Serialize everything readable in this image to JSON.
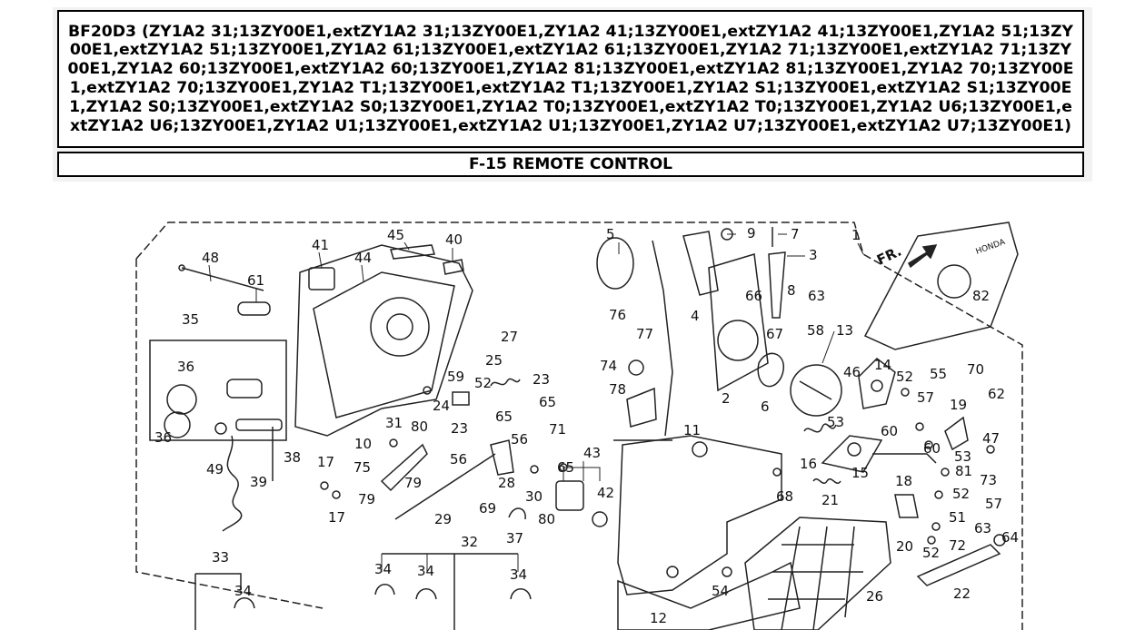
{
  "header": {
    "title": "BF20D3 (ZY1A2 31;13ZY00E1,extZY1A2 31;13ZY00E1,ZY1A2 41;13ZY00E1,extZY1A2 41;13ZY00E1,ZY1A2 51;13ZY00E1,extZY1A2 51;13ZY00E1,ZY1A2 61;13ZY00E1,extZY1A2 61;13ZY00E1,ZY1A2 71;13ZY00E1,extZY1A2 71;13ZY00E1,ZY1A2 60;13ZY00E1,extZY1A2 60;13ZY00E1,ZY1A2 81;13ZY00E1,extZY1A2 81;13ZY00E1,ZY1A2 70;13ZY00E1,extZY1A2 70;13ZY00E1,ZY1A2 T1;13ZY00E1,extZY1A2 T1;13ZY00E1,ZY1A2 S1;13ZY00E1,extZY1A2 S1;13ZY00E1,ZY1A2 S0;13ZY00E1,extZY1A2 S0;13ZY00E1,ZY1A2 T0;13ZY00E1,extZY1A2 T0;13ZY00E1,ZY1A2 U6;13ZY00E1,extZY1A2 U6;13ZY00E1,ZY1A2 U1;13ZY00E1,extZY1A2 U1;13ZY00E1,ZY1A2 U7;13ZY00E1,extZY1A2 U7;13ZY00E1)",
    "section": "F-15 REMOTE CONTROL"
  },
  "diagram": {
    "direction_label": "FR.",
    "brand_text": "HONDA",
    "callouts": [
      "48",
      "41",
      "45",
      "40",
      "44",
      "61",
      "35",
      "36",
      "36",
      "49",
      "38",
      "39",
      "10",
      "31",
      "80",
      "17",
      "17",
      "75",
      "79",
      "79",
      "29",
      "59",
      "24",
      "23",
      "52",
      "25",
      "27",
      "23",
      "65",
      "65",
      "56",
      "71",
      "56",
      "65",
      "28",
      "69",
      "30",
      "80",
      "43",
      "42",
      "37",
      "32",
      "34",
      "34",
      "34",
      "33",
      "34",
      "5",
      "76",
      "77",
      "74",
      "78",
      "4",
      "9",
      "7",
      "3",
      "66",
      "8",
      "63",
      "58",
      "67",
      "2",
      "6",
      "13",
      "1",
      "82",
      "46",
      "14",
      "52",
      "55",
      "70",
      "57",
      "19",
      "62",
      "53",
      "60",
      "47",
      "16",
      "15",
      "18",
      "60",
      "53",
      "81",
      "73",
      "52",
      "57",
      "51",
      "63",
      "21",
      "20",
      "52",
      "72",
      "64",
      "22",
      "11",
      "68",
      "54",
      "26",
      "12"
    ]
  }
}
